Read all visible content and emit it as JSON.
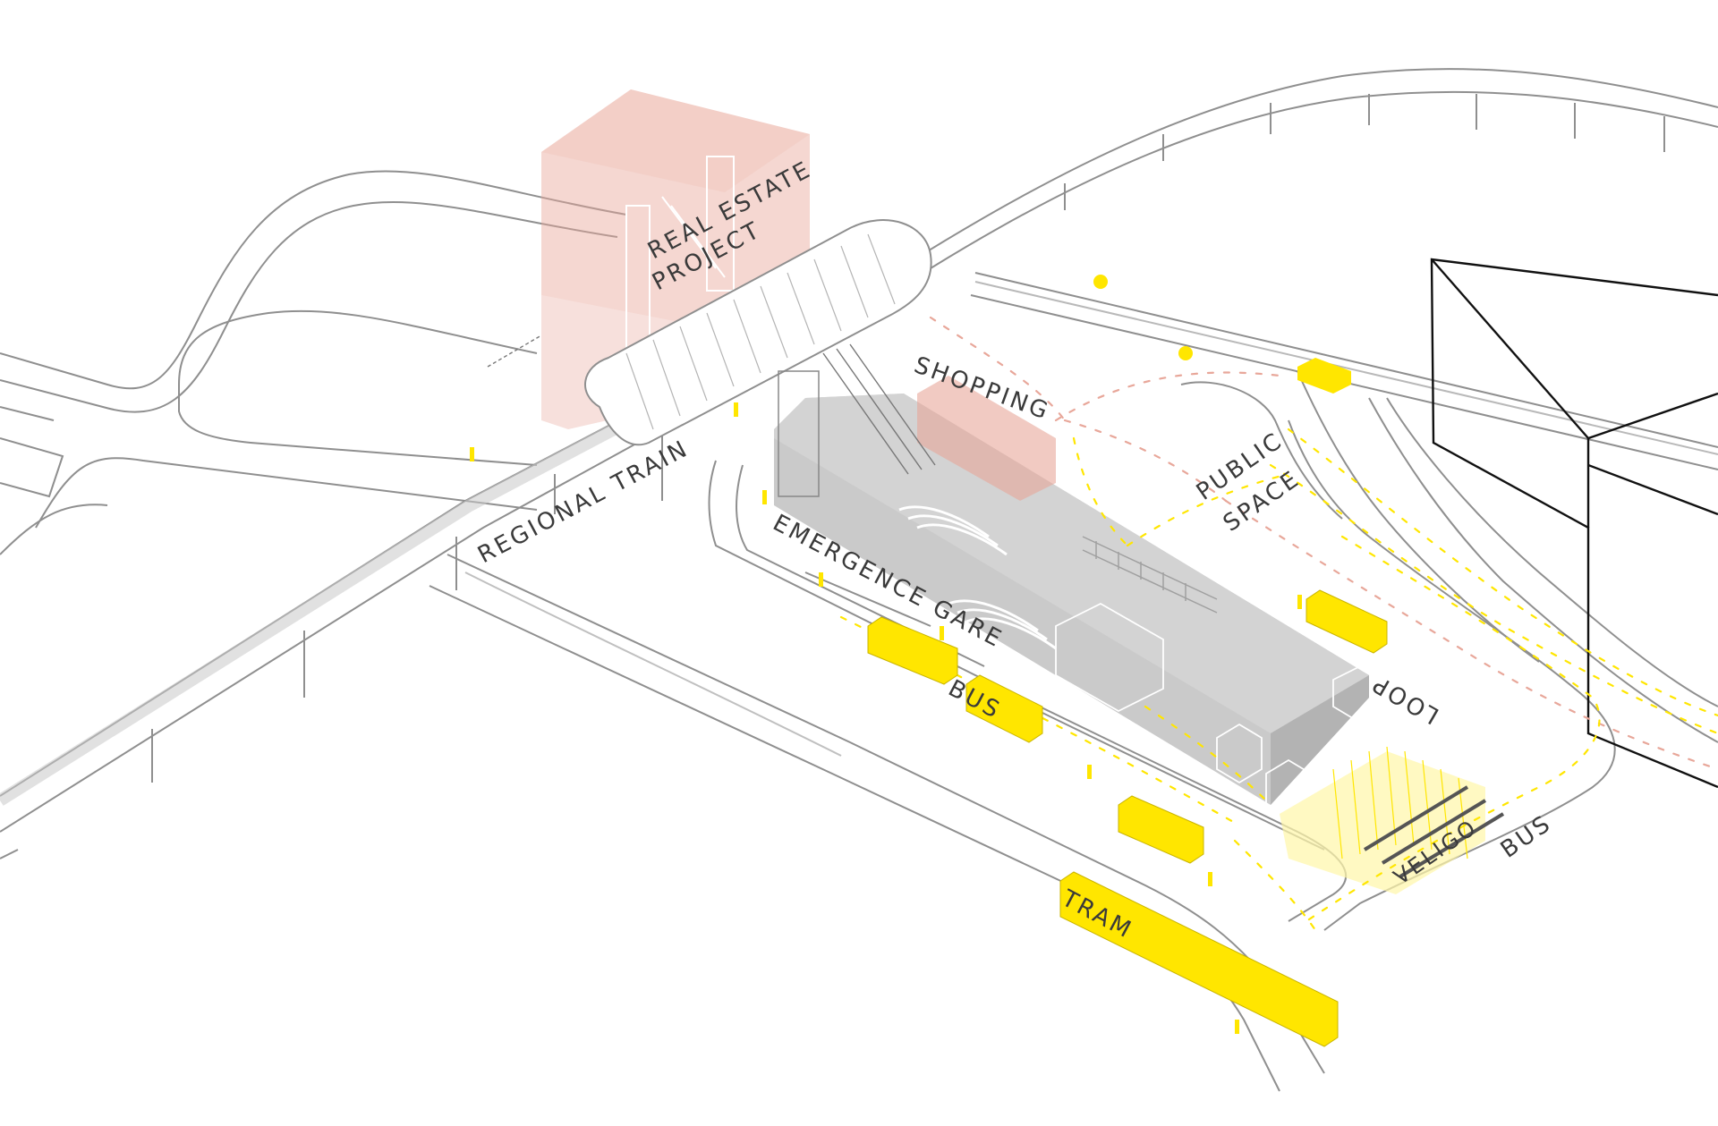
{
  "labels": {
    "real_estate_line1": "REAL ESTATE",
    "real_estate_line2": "PROJECT",
    "shopping": "SHOPPING",
    "public_space_line1": "PUBLIC",
    "public_space_line2": "SPACE",
    "regional_train": "REGIONAL TRAIN",
    "emergence_gare": "EMERGENCE GARE",
    "bus": "BUS",
    "loop": "LOOP",
    "loop_bus": "BUS",
    "veligo": "VELIGO",
    "tram": "TRAM"
  },
  "colors": {
    "transit_yellow": "#ffe600",
    "real_estate_pink": "#e8a79a",
    "flow_arrow_pink": "#e8a79a",
    "station_grey": "#c9c9c9",
    "line_grey": "#9a9a9a",
    "label_dark": "#3a3a3a"
  },
  "icons": [
    "bus-icon",
    "tram-icon",
    "car-icon",
    "bicycle-icon",
    "pedestrian-icon",
    "escalator-icon",
    "bike-rack-icon",
    "flow-arrow-icon"
  ]
}
